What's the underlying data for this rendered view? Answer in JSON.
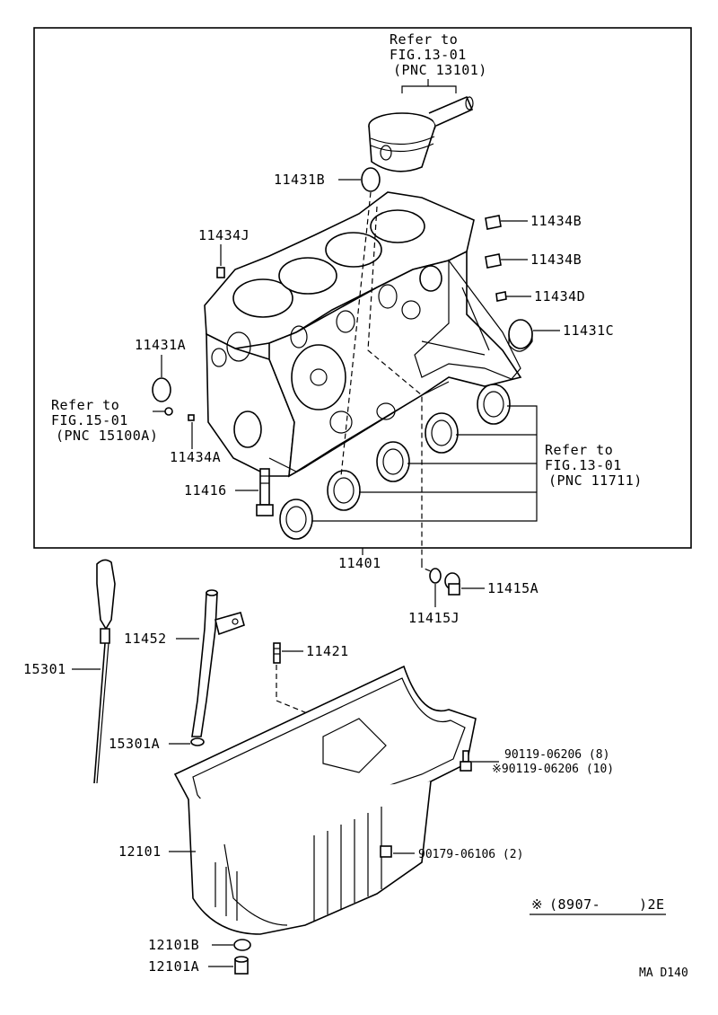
{
  "refs": {
    "piston": {
      "line1": "Refer to",
      "line2": "FIG.13-01",
      "line3": "(PNC 13101)"
    },
    "timing": {
      "line1": "Refer to",
      "line2": "FIG.15-01",
      "line3": "(PNC 15100A)"
    },
    "bearing": {
      "line1": "Refer to",
      "line2": "FIG.13-01",
      "line3": "(PNC 11711)"
    }
  },
  "labels": {
    "p11431B": "11431B",
    "p11434J": "11434J",
    "p11434B_1": "11434B",
    "p11434B_2": "11434B",
    "p11434D": "11434D",
    "p11431C": "11431C",
    "p11431A": "11431A",
    "p11434A": "11434A",
    "p11416": "11416",
    "p11401": "11401",
    "p11415A": "11415A",
    "p11415J": "11415J",
    "p11452": "11452",
    "p11421": "11421",
    "p15301": "15301",
    "p15301A": "15301A",
    "p90119a": "90119-06206 (8)",
    "p90119b": "※90119-06206 (10)",
    "p12101": "12101",
    "p90179": "90179-06106 (2)",
    "p12101B": "12101B",
    "p12101A": "12101A"
  },
  "note": {
    "mark": "※",
    "text": "(8907-",
    "suffix": ")2E"
  },
  "code": "MA D140"
}
